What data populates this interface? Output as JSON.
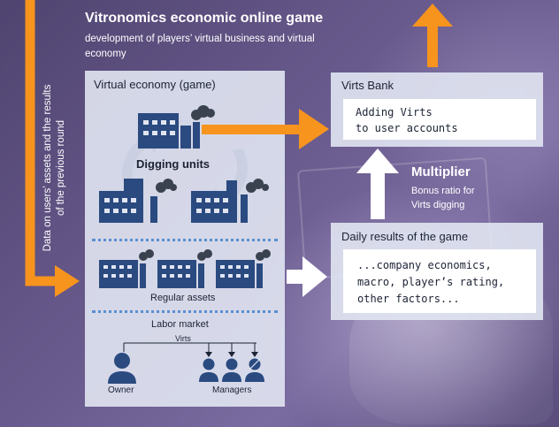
{
  "header": {
    "title": "Vitronomics economic online game",
    "subtitle": "development of players’ virtual business and virtual economy"
  },
  "side_label": "Data on users’ assets and the results of the previous round",
  "virtual_economy": {
    "title": "Virtual economy (game)",
    "digging_units": "Digging units",
    "regular_assets": "Regular assets",
    "labor_market": "Labor market",
    "virts_flow_label": "Virts",
    "owner_label": "Owner",
    "managers_label": "Managers"
  },
  "virts_bank": {
    "title": "Virts Bank",
    "content_line1": "Adding Virts",
    "content_line2": "to user accounts"
  },
  "multiplier": {
    "title": "Multiplier",
    "sub_line1": "Bonus ratio for",
    "sub_line2": "Virts digging"
  },
  "daily_results": {
    "title": "Daily results of the game",
    "line1": "...company economics,",
    "line2": "macro, player’s rating,",
    "line3": "other factors..."
  },
  "colors": {
    "orange_arrow": "#f7941d",
    "white_arrow": "#ffffff",
    "factory_blue": "#2a4a80",
    "smoke": "#3a4250",
    "dotted_divider": "#5a8fd0",
    "panel_bg": "#e1e5f2",
    "heading_text": "#ffffff"
  }
}
